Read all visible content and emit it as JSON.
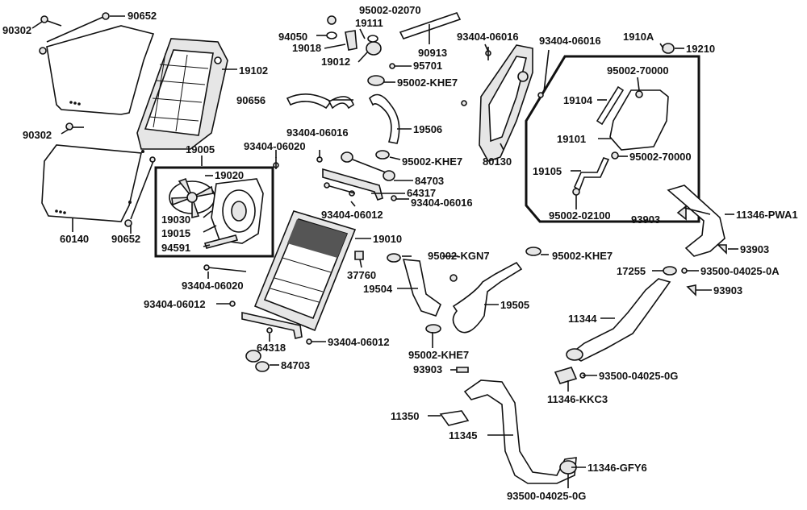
{
  "diagram": {
    "labels": {
      "p90652a": "90652",
      "p90302a": "90302",
      "p90302b": "90302",
      "p19102": "19102",
      "p94050": "94050",
      "p19111": "19111",
      "p19018": "19018",
      "p19012": "19012",
      "p95701": "95701",
      "p95002_02070": "95002-02070",
      "p90913": "90913",
      "p93404_06016_a": "93404-06016",
      "p93404_06016_b": "93404-06016",
      "p1910A": "1910A",
      "p19210": "19210",
      "p95002_70000_a": "95002-70000",
      "p19104": "19104",
      "p19101": "19101",
      "p95002_70000_b": "95002-70000",
      "p19105": "19105",
      "p95002_02100": "95002-02100",
      "p95002_KHE7_a": "95002-KHE7",
      "p90656": "90656",
      "p19506": "19506",
      "p95002_KHE7_b": "95002-KHE7",
      "p80130": "80130",
      "p93404_06016_c": "93404-06016",
      "p93404_06020_a": "93404-06020",
      "p19005": "19005",
      "p19020": "19020",
      "p19030": "19030",
      "p19015": "19015",
      "p94591": "94591",
      "p84703_a": "84703",
      "p64317": "64317",
      "p93404_06016_d": "93404-06016",
      "p93404_06012_a": "93404-06012",
      "p19010": "19010",
      "p37760": "37760",
      "p60140": "60140",
      "p90652b": "90652",
      "p93903_a": "93903",
      "p11346_PWA1": "11346-PWA1",
      "p93903_b": "93903",
      "p17255": "17255",
      "p93500_04025_0A": "93500-04025-0A",
      "p93903_c": "93903",
      "p95002_KGN7": "95002-KGN7",
      "p95002_KHE7_c": "95002-KHE7",
      "p19504": "19504",
      "p19505": "19505",
      "p93404_06020_b": "93404-06020",
      "p93404_06012_b": "93404-06012",
      "p93404_06012_c": "93404-06012",
      "p64318": "64318",
      "p84703_b": "84703",
      "p11344": "11344",
      "p95002_KHE7_d": "95002-KHE7",
      "p93903_d": "93903",
      "p93500_04025_0G_a": "93500-04025-0G",
      "p11346_KKC3": "11346-KKC3",
      "p11350": "11350",
      "p11345": "11345",
      "p11346_GFY6": "11346-GFY6",
      "p93500_04025_0G_b": "93500-04025-0G"
    }
  }
}
